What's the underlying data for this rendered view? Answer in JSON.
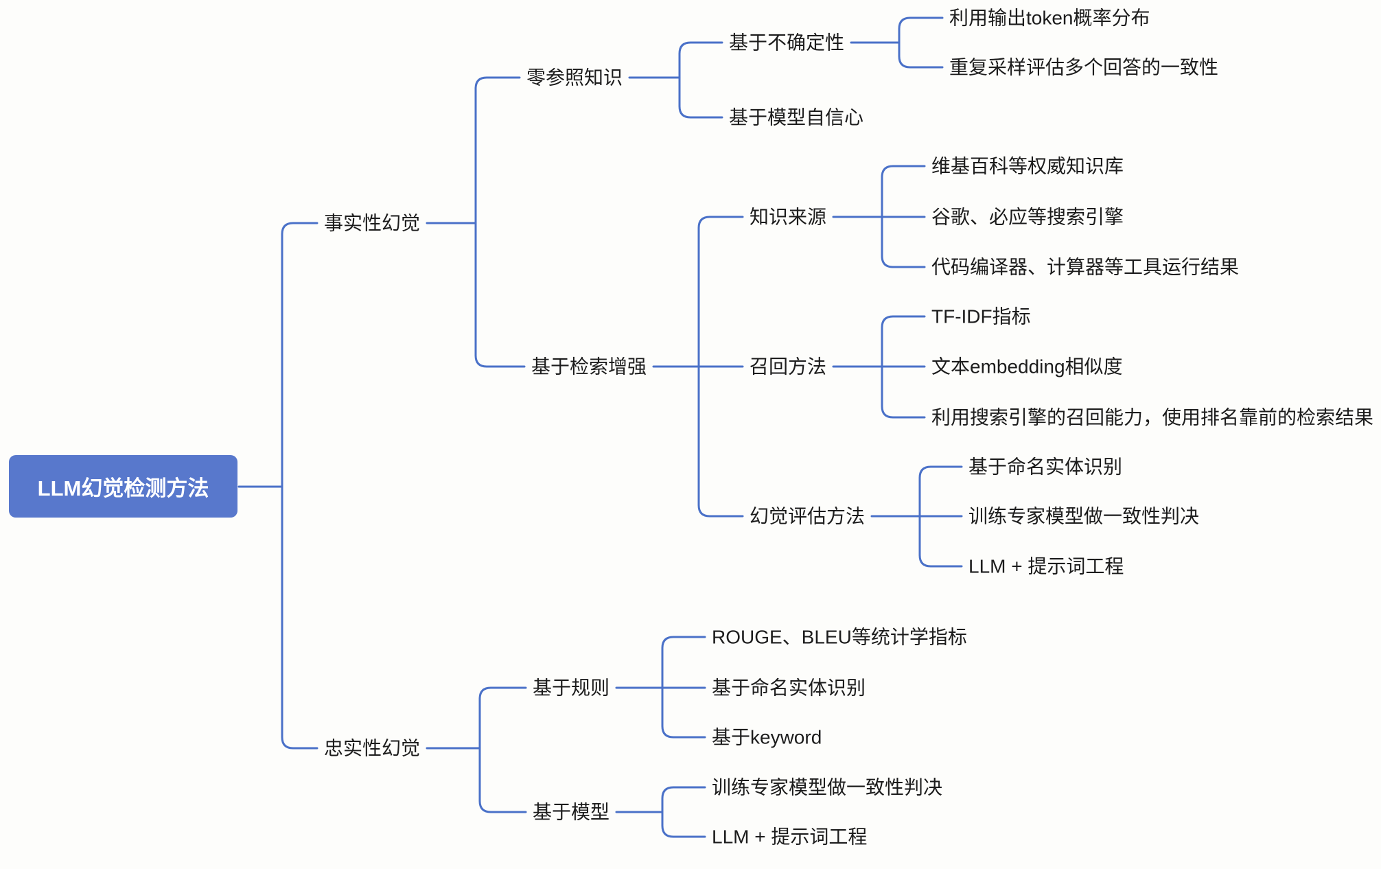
{
  "title": "LLM幻觉检测方法",
  "colors": {
    "root_bg": "#5878cc",
    "root_text": "#ffffff",
    "line": "#4a71c8",
    "text": "#1c1c1c",
    "background": "#fdfdfb"
  },
  "tree": {
    "label": "LLM幻觉检测方法",
    "children": [
      {
        "label": "事实性幻觉",
        "children": [
          {
            "label": "零参照知识",
            "children": [
              {
                "label": "基于不确定性",
                "children": [
                  {
                    "label": "利用输出token概率分布"
                  },
                  {
                    "label": "重复采样评估多个回答的一致性"
                  }
                ]
              },
              {
                "label": "基于模型自信心"
              }
            ]
          },
          {
            "label": "基于检索增强",
            "children": [
              {
                "label": "知识来源",
                "children": [
                  {
                    "label": "维基百科等权威知识库"
                  },
                  {
                    "label": "谷歌、必应等搜索引擎"
                  },
                  {
                    "label": "代码编译器、计算器等工具运行结果"
                  }
                ]
              },
              {
                "label": "召回方法",
                "children": [
                  {
                    "label": "TF-IDF指标"
                  },
                  {
                    "label": "文本embedding相似度"
                  },
                  {
                    "label": "利用搜索引擎的召回能力，使用排名靠前的检索结果"
                  }
                ]
              },
              {
                "label": "幻觉评估方法",
                "children": [
                  {
                    "label": "基于命名实体识别"
                  },
                  {
                    "label": "训练专家模型做一致性判决"
                  },
                  {
                    "label": "LLM + 提示词工程"
                  }
                ]
              }
            ]
          }
        ]
      },
      {
        "label": "忠实性幻觉",
        "children": [
          {
            "label": "基于规则",
            "children": [
              {
                "label": "ROUGE、BLEU等统计学指标"
              },
              {
                "label": "基于命名实体识别"
              },
              {
                "label": "基于keyword"
              }
            ]
          },
          {
            "label": "基于模型",
            "children": [
              {
                "label": "训练专家模型做一致性判决"
              },
              {
                "label": "LLM + 提示词工程"
              }
            ]
          }
        ]
      }
    ]
  }
}
